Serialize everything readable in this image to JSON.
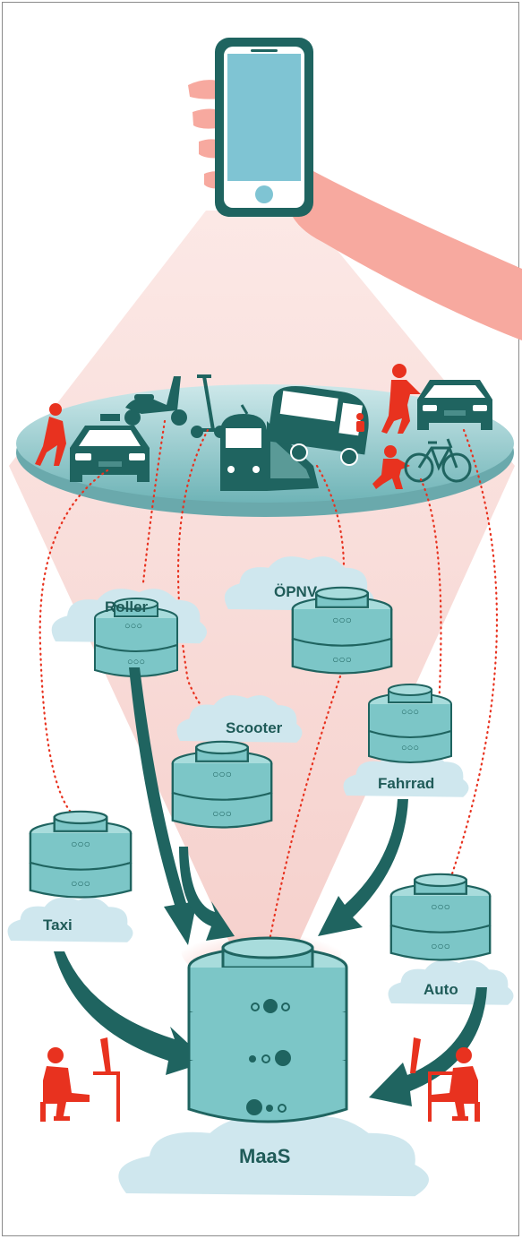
{
  "diagram": {
    "services": [
      {
        "id": "roller",
        "label": "Roller"
      },
      {
        "id": "oepnv",
        "label": "ÖPNV"
      },
      {
        "id": "scooter",
        "label": "Scooter"
      },
      {
        "id": "fahrrad",
        "label": "Fahrrad"
      },
      {
        "id": "taxi",
        "label": "Taxi"
      },
      {
        "id": "auto",
        "label": "Auto"
      }
    ],
    "hub": {
      "label": "MaaS"
    }
  },
  "colors": {
    "teal_dark": "#1f6460",
    "teal": "#2b8a86",
    "teal_light": "#7cc6c7",
    "teal_pale": "#a8dcdc",
    "cloud": "#cfe7ee",
    "person_red": "#e8321f",
    "beam": "#f7d9d6",
    "hand": "#f7a99f",
    "phone_screen": "#7fc4d3"
  },
  "icons": [
    "smartphone-icon",
    "taxi-icon",
    "scooter-icon",
    "e-scooter-icon",
    "train-icon",
    "bus-icon",
    "car-icon",
    "bicycle-icon",
    "person-icon",
    "database-icon",
    "cloud-icon",
    "arrow-icon",
    "desk-worker-icon"
  ]
}
